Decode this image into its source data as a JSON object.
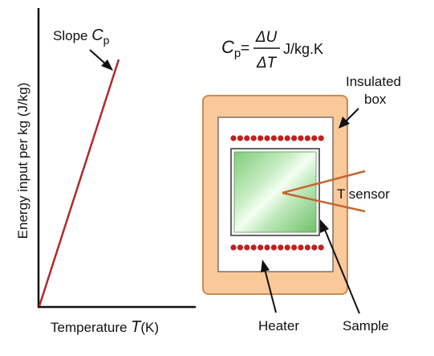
{
  "graph": {
    "y_axis_label": "Energy input per kg (J/kg)",
    "x_axis_label_prefix": "Temperature ",
    "x_axis_label_var": "T",
    "x_axis_label_unit": "(K)",
    "slope_label": "Slope ",
    "slope_symbol": "C",
    "slope_subscript": "p"
  },
  "formula": {
    "lhs_symbol": "C",
    "lhs_subscript": "p",
    "equals": "=",
    "numerator": "ΔU",
    "denominator": "ΔT",
    "units": "J/kg.K"
  },
  "apparatus": {
    "insulated_box_label_line1": "Insulated",
    "insulated_box_label_line2": "box",
    "sensor_label": "T sensor",
    "heater_label": "Heater",
    "sample_label": "Sample"
  },
  "colors": {
    "line": "#b02a2a",
    "box_fill": "#f9c99a",
    "box_stroke": "#c98b55",
    "heater_dot": "#c0201e",
    "sample_green": "#8fd18a",
    "sensor_line": "#c8652e"
  }
}
